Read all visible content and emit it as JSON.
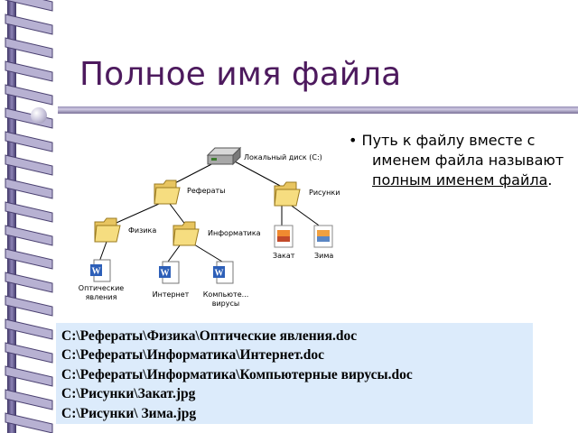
{
  "title": "Полное имя файла",
  "description": {
    "before": "Путь к файлу вместе с именем файла называют ",
    "underlined": "полным именем файла",
    "after": "."
  },
  "tree": {
    "disk": "Локальный диск (C:)",
    "folder_referaty": "Рефераты",
    "folder_risunki": "Рисунки",
    "folder_fizika": "Физика",
    "folder_informatika": "Информатика",
    "file_zakat": "Закат",
    "file_zima": "Зима",
    "file_opticheskie_1": "Оптические",
    "file_opticheskie_2": "явления",
    "file_internet": "Интернет",
    "file_kompyuternye_1": "Компьюте...",
    "file_kompyuternye_2": "вирусы"
  },
  "paths": [
    "C:\\Рефераты\\Физика\\Оптические явления.doc",
    "C:\\Рефераты\\Информатика\\Интернет.doc",
    "C:\\Рефераты\\Информатика\\Компьютерные вирусы.doc",
    "C:\\Рисунки\\Закат.jpg",
    "C:\\Рисунки\\ Зима.jpg"
  ],
  "colors": {
    "title": "#4d1a5e",
    "paths_background": "#dcebfb",
    "spine": "#6b5f99"
  },
  "icons": [
    "hard-drive-icon",
    "folder-icon",
    "word-document-icon",
    "image-file-icon"
  ]
}
